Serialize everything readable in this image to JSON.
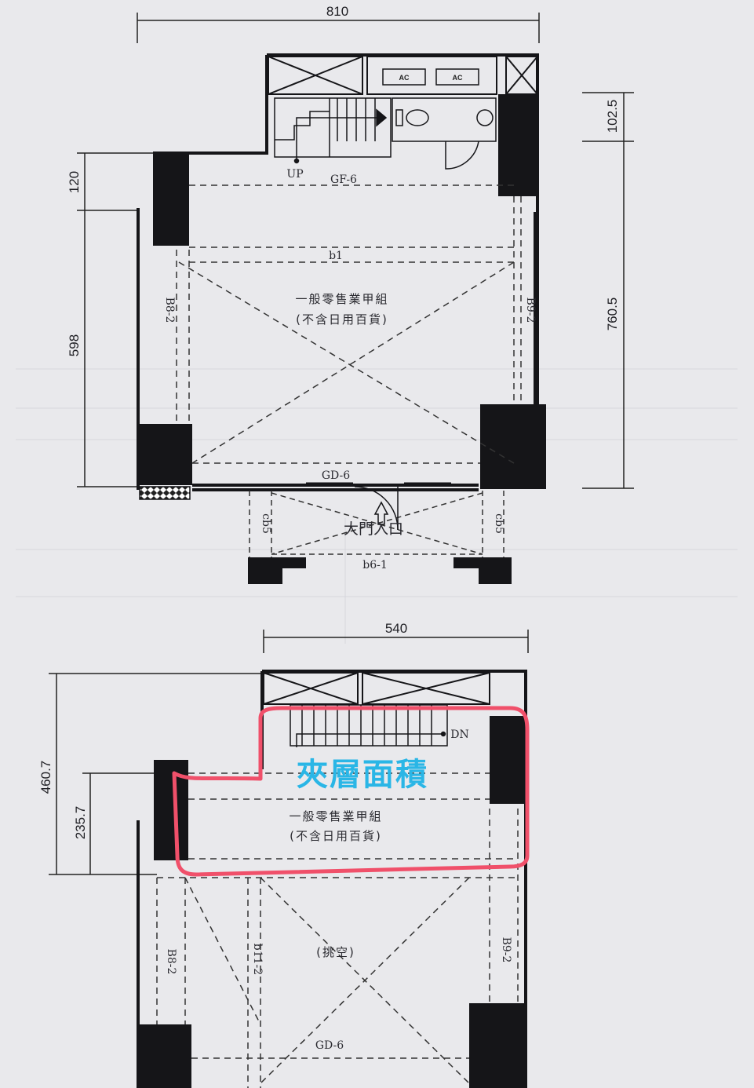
{
  "upper_plan": {
    "dim_top": "810",
    "dim_right_top": "102.5",
    "dim_right_main": "760.5",
    "dim_left_top": "120",
    "dim_left_main": "598",
    "ac_1": "AC",
    "ac_2": "AC",
    "stair_up": "UP",
    "beam_top": "GF-6",
    "beam_mid": "b1",
    "beam_left": "B8-2",
    "beam_right": "B9-2",
    "use_line1": "一般零售業甲組",
    "use_line2": "(不含日用百貨)",
    "beam_bottom": "GD-6",
    "column_left": "cb5",
    "column_right": "cb5",
    "entrance": "大門入口",
    "beam_entry": "b6-1"
  },
  "mezzanine_plan": {
    "dim_top": "540",
    "dim_left_outer": "460.7",
    "dim_left_inner": "235.7",
    "stair_down": "DN",
    "highlight_label": "夾層面積",
    "use_line1": "一般零售業甲組",
    "use_line2": "(不含日用百貨)",
    "beam_left": "B8-2",
    "beam_mid": "b11-2",
    "beam_right": "B9-2",
    "void_label": "(挑空)",
    "beam_bottom": "GD-6"
  },
  "colors": {
    "highlight_outline": "#f0506a",
    "highlight_text": "#2ab6e6",
    "wall": "#151518"
  }
}
